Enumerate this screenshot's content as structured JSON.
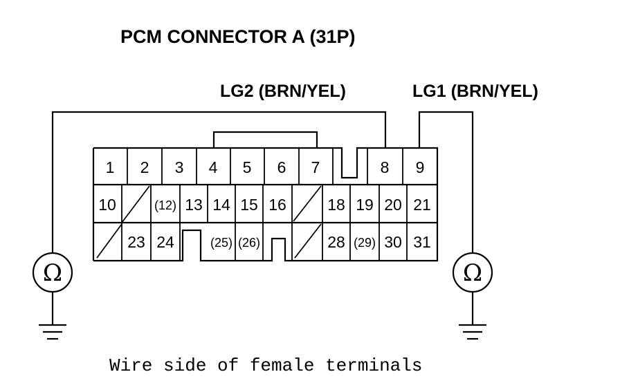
{
  "title": "PCM CONNECTOR A (31P)",
  "lg2_label": "LG2 (BRN/YEL)",
  "lg1_label": "LG1 (BRN/YEL)",
  "caption": "Wire side of female terminals",
  "meter_symbol": "Ω",
  "row1": [
    "1",
    "2",
    "3",
    "4",
    "5",
    "6",
    "7",
    "8",
    "9"
  ],
  "row2": [
    "10",
    "(12)",
    "13",
    "14",
    "15",
    "16",
    "18",
    "19",
    "20",
    "21"
  ],
  "row3": [
    "23",
    "24",
    "(25)",
    "(26)",
    "28",
    "(29)",
    "30",
    "31"
  ],
  "icons": [
    "ohmmeter-icon",
    "ground-icon"
  ]
}
